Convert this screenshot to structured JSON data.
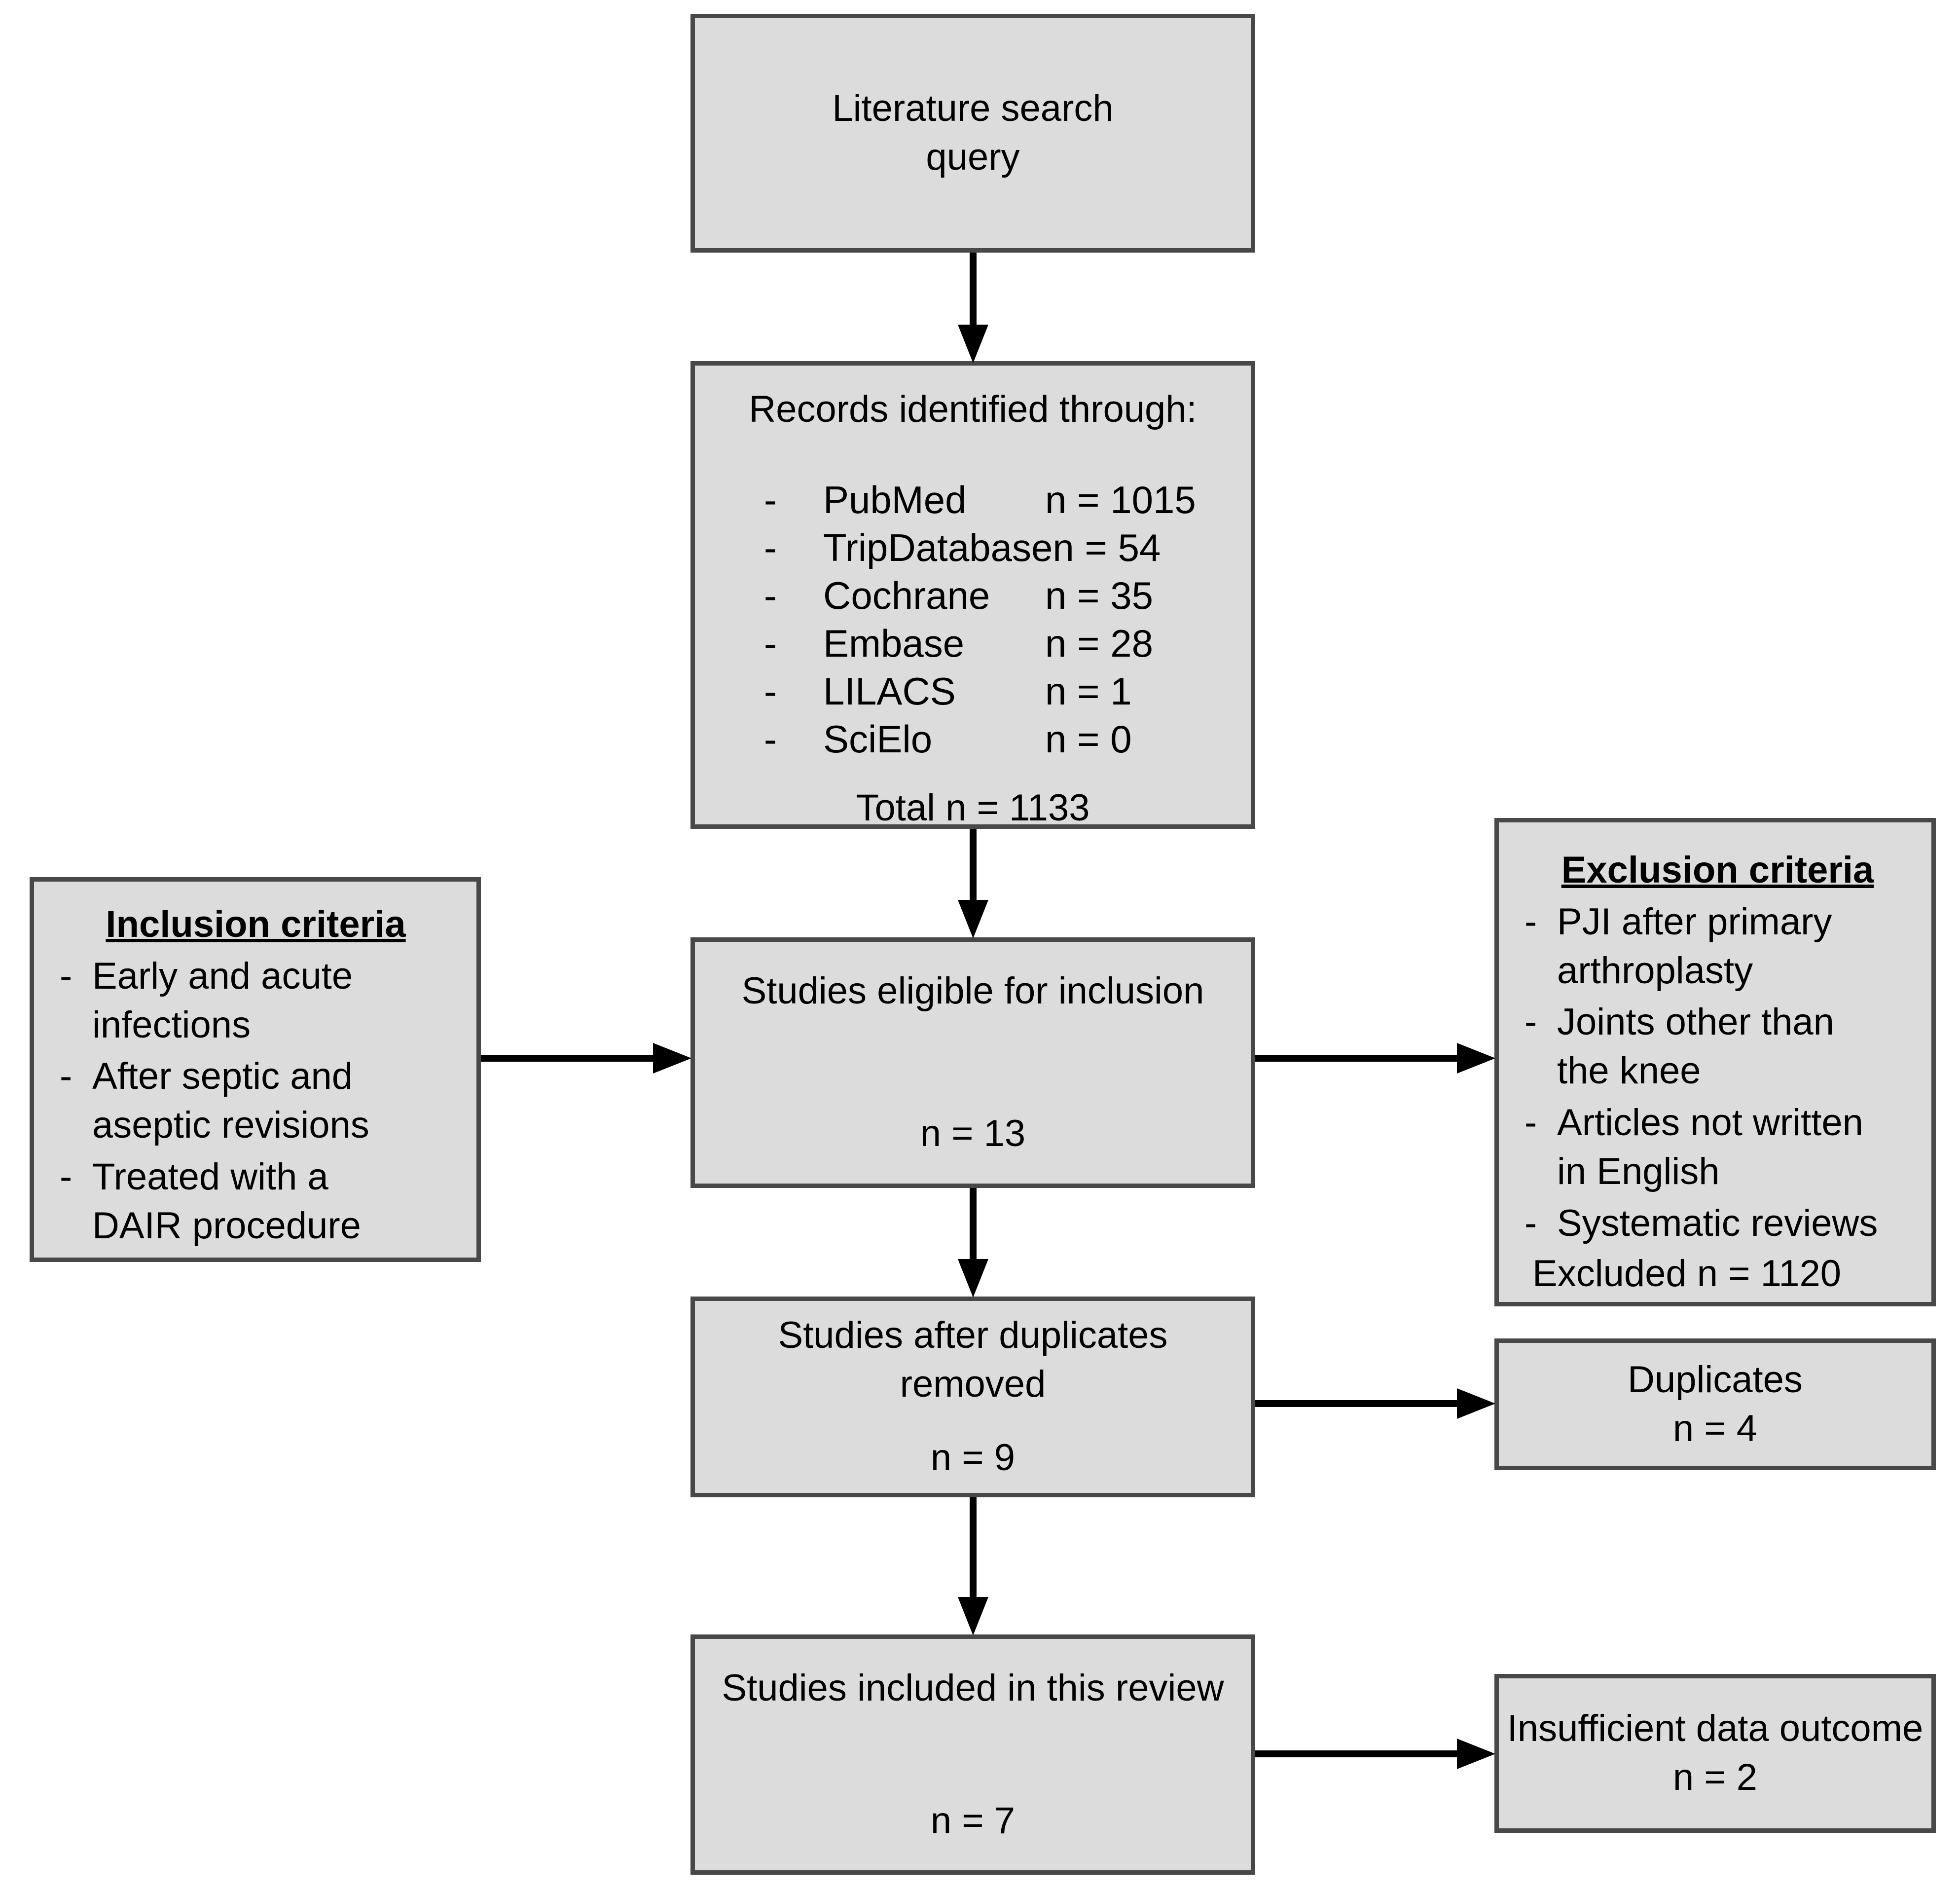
{
  "diagram": {
    "bullet_char": "-",
    "colors": {
      "box_fill": "#dcdcdc",
      "box_border": "#484848",
      "arrow": "#000000",
      "background": "#ffffff",
      "text": "#000000"
    },
    "nodes": {
      "literature_search": {
        "label": "Literature search\nquery"
      },
      "records": {
        "title": "Records identified through:",
        "sources": [
          {
            "name": "PubMed",
            "count": "n = 1015"
          },
          {
            "name": "TripDatabase",
            "count": "n = 54"
          },
          {
            "name": "Cochrane",
            "count": "n = 35"
          },
          {
            "name": "Embase",
            "count": "n = 28"
          },
          {
            "name": "LILACS",
            "count": "n = 1"
          },
          {
            "name": "SciElo",
            "count": "n = 0"
          }
        ],
        "total": "Total n = 1133"
      },
      "eligible": {
        "label": "Studies eligible for inclusion",
        "count": "n = 13"
      },
      "after_duplicates": {
        "label": "Studies after duplicates\nremoved",
        "count": "n = 9"
      },
      "included": {
        "label": "Studies included in this review",
        "count": "n = 7"
      },
      "inclusion": {
        "title": "Inclusion criteria",
        "items": [
          "Early and acute\ninfections",
          "After septic and\naseptic revisions",
          "Treated with a\nDAIR procedure"
        ]
      },
      "exclusion": {
        "title": "Exclusion criteria",
        "items": [
          "PJI after primary\narthroplasty",
          "Joints other than\nthe knee",
          "Articles not written\nin English",
          "Systematic reviews"
        ],
        "footer": "Excluded n = 1120"
      },
      "duplicates": {
        "label": "Duplicates",
        "count": "n = 4"
      },
      "insufficient": {
        "label": "Insufficient data outcome",
        "count": "n = 2"
      }
    }
  }
}
